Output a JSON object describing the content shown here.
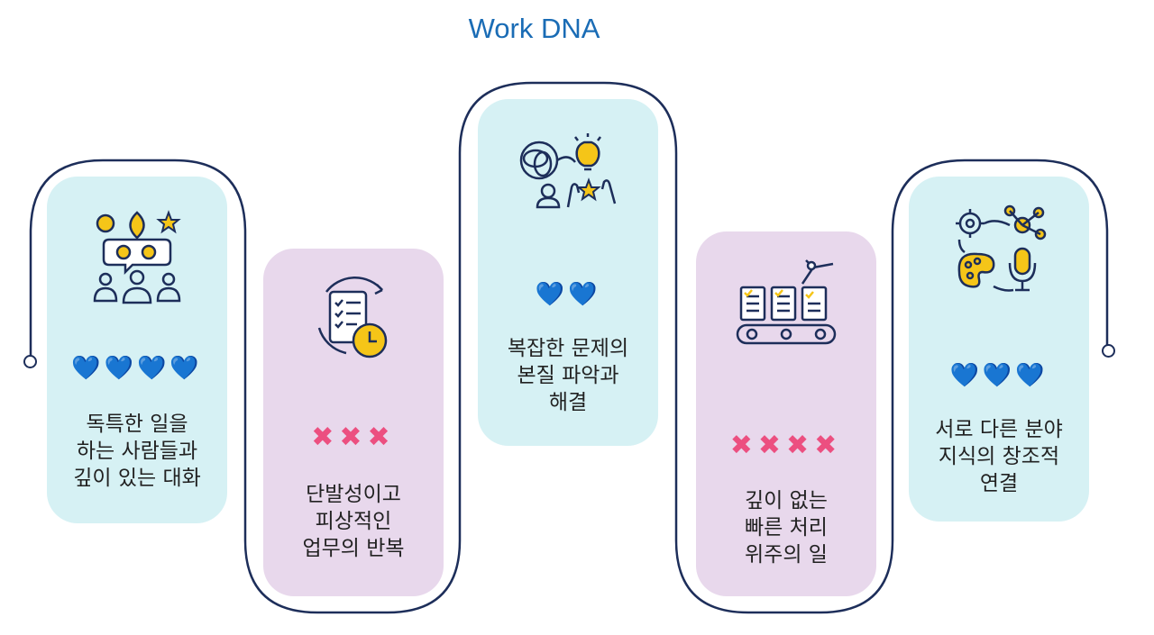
{
  "title": "Work DNA",
  "colors": {
    "frame": "#1d2e5a",
    "card_blue": "#d6f1f4",
    "card_purple": "#e8d8ec",
    "heart": "#2d63d8",
    "cross": "#ec4f80",
    "title": "#1a6cb5"
  },
  "cards": [
    {
      "icon": "people-brainstorm-icon",
      "mark_type": "heart",
      "marks": "💙💙💙💙",
      "mark_count": 4,
      "text": "독특한 일을\n하는 사람들과\n깊이 있는 대화"
    },
    {
      "icon": "checklist-clock-icon",
      "mark_type": "cross",
      "marks": "✖✖✖",
      "mark_count": 3,
      "text": "단발성이고\n피상적인\n업무의 반복"
    },
    {
      "icon": "problem-solving-icon",
      "mark_type": "heart",
      "marks": "💙💙",
      "mark_count": 2,
      "text": "복잡한 문제의\n본질 파악과\n해결"
    },
    {
      "icon": "conveyor-belt-icon",
      "mark_type": "cross",
      "marks": "✖✖✖✖",
      "mark_count": 4,
      "text": "깊이 없는\n빠른 처리\n위주의 일"
    },
    {
      "icon": "creative-connection-icon",
      "mark_type": "heart",
      "marks": "💙💙💙",
      "mark_count": 3,
      "text": "서로 다른 분야\n지식의 창조적\n연결"
    }
  ]
}
